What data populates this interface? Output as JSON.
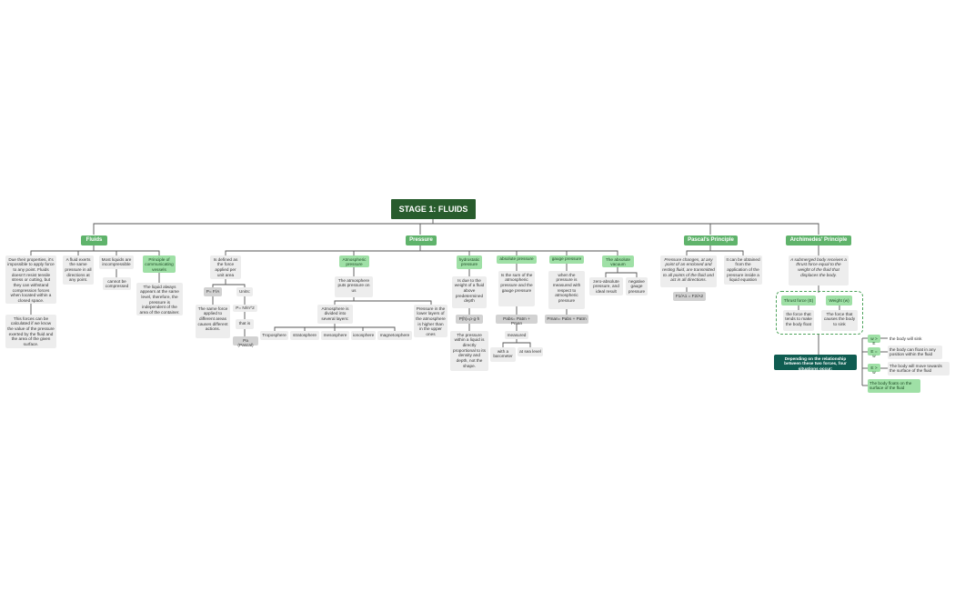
{
  "root": "STAGE 1: FLUIDS",
  "fluids": {
    "title": "Fluids",
    "a": "Due their properties, it's impossible to apply force to any point. Fluids doesn't resist tensile stress or cutting, but they can withstand compression forces when located within a closed space.",
    "a2": "This forces can be calculated if we know the value of the pressure exerted by the fluid and the area of the given surface.",
    "b": "A fluid exerts the same pressure in all directions at any point.",
    "c": "Most liquids are incompressible",
    "c2": "cannot be compressed",
    "d": "Principle of communicating vessels",
    "d2": "The liquid always appears at the same level, therefore, the pressure is independent of the area of the container."
  },
  "pressure": {
    "title": "Pressure",
    "def": "Is defined as the force applied per unit area",
    "formula": "P= F/A",
    "formula_note": "The same force applied to different areas causes different actions.",
    "units": "Units:",
    "units_val": "P= N/m^2",
    "that_is": "that is",
    "pa": "Pa (Pascal)",
    "atm": "Atmospheric pressure",
    "atm_def": "The atmosphere puts pressure on us",
    "atm_layers": "Atmosphere is divided into several layers:",
    "atm_lower": "Pressure in the lower layers of the atmosphere is higher than in the upper ones",
    "layers": [
      "Troposphere",
      "stratosphere",
      "mesosphere",
      "ionosphere",
      "magnetosphere"
    ],
    "hydro": "hydrostatic pressure",
    "hydro_def": "Is due to the weight of a fluid above predetermined depth",
    "hydro_formula": "P(h)=ρ·g·h",
    "hydro_note": "The pressure within a liquid is directly proportional to its density and depth, not the shape.",
    "abs": "absolute pressure",
    "abs_def": "Is the sum of the atmospheric pressure and the gauge pressure",
    "abs_formula": "Pabs= Patm + Pman",
    "measured": "measured",
    "barometer": "with a barometer",
    "sea": "at sea level",
    "gauge": "gauge pressure",
    "gauge_def": "when the pressure is measured with respect to atmospheric pressure",
    "gauge_formula": "Pman= Pabs + Patm",
    "vac": "The absolute vacuum",
    "vac_a": "zero-absolute pressure, and ideal result",
    "vac_b": "negative gauge pressure"
  },
  "pascal": {
    "title": "Pascal's Principle",
    "a": "Pressure changes, at any point of an enclosed and resting fluid, are transmitted to all points of the fluid and act in all directions.",
    "b": "It can be obtained from the application of the pressure inside a liquid equation",
    "formula": "F1/A1 = F2/A2"
  },
  "arch": {
    "title": "Archimedes' Principle",
    "a": "A submerged body receives a thrust force equal to the weight of the fluid that displaces the body.",
    "thrust": "Thrust force (E)",
    "thrust_def": "the force that tends to make the body float",
    "weight": "Weight (w)",
    "weight_def": "The force that causes the body to sink",
    "depending": "Depending on the relationship between these two forces, four situations occur:",
    "c1": "w > E",
    "c1d": "the body will sink",
    "c2": "E = w",
    "c2d": "the body can float in any position within the fluid",
    "c3": "E > w",
    "c3d": "The body will move towards the surface of the fluid",
    "c4": "The body floats on the surface of the fluid"
  },
  "colors": {
    "root": "#285c2d",
    "main": "#5fb36b",
    "sub": "#9fe0a6",
    "note": "#ededed",
    "teal": "#0f5c51"
  }
}
